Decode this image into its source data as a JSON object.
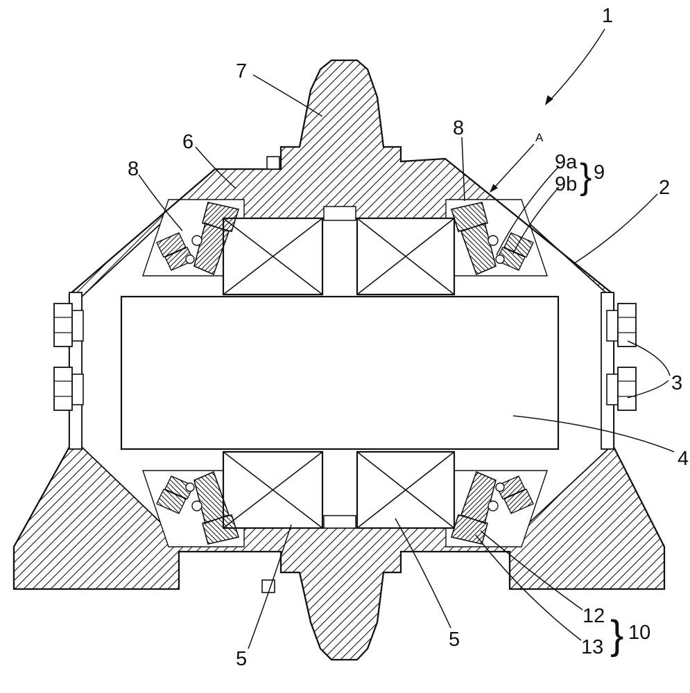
{
  "figure": {
    "type": "patent cross-section drawing of a bearing/axle assembly",
    "colors": {
      "ink": "#111111",
      "paper": "#ffffff"
    },
    "labels": {
      "n1": "1",
      "n2": "2",
      "n3": "3",
      "n4": "4",
      "n5a": "5",
      "n5b": "5",
      "n6": "6",
      "n7": "7",
      "n8a": "8",
      "n8b": "8",
      "n9": "9",
      "n9a": "9a",
      "n9b": "9b",
      "n10": "10",
      "n12": "12",
      "n13": "13",
      "nA": "A",
      "brace": "}"
    }
  }
}
